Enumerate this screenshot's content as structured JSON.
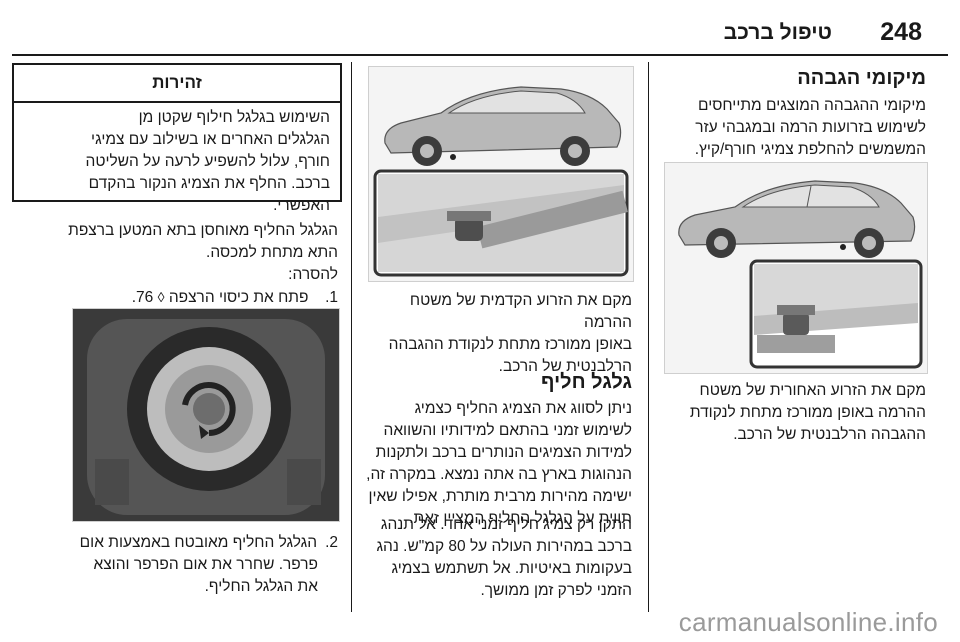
{
  "header": {
    "page_number": "248",
    "section_title": "טיפול ברכב"
  },
  "col_right": {
    "heading": "מיקומי הגבהה",
    "intro_lines": [
      "מיקומי ההגבהה המוצגים מתייחסים",
      "לשימוש בזרועות הרמה ובמגבהי עזר",
      "המשמשים להחלפת צמיגי חורף/קיץ."
    ],
    "caption_lines": [
      "מקם את הזרוע האחורית של משטח",
      "ההרמה באופן ממורכז מתחת לנקודת",
      "ההגבהה הרלבנטית של הרכב."
    ]
  },
  "col_middle": {
    "caption_lines": [
      "מקם את הזרוע הקדמית של משטח ההרמה",
      "באופן ממורכז מתחת לנקודת ההגבהה",
      "הרלבנטית של הרכב."
    ],
    "heading": "גלגל חליף",
    "para1_lines": [
      "ניתן לסווג את הצמיג החליף כצמיג",
      "לשימוש זמני בהתאם למידותיו והשוואה",
      "למידות הצמיגים הנותרים ברכב ולתקנות",
      "הנהוגות בארץ בה אתה נמצא. במקרה זה,",
      "ישימה מהירות מרבית מותרת, אפילו שאין",
      "תווית על הגלגל החליף המציין זאת."
    ],
    "para2_lines": [
      "התקן רק צמיג חליף זמני אחד. אל תנהג",
      "ברכב במהירות העולה על 80 קמ\"ש. נהג",
      "בעקומות באיטיות. אל תשתמש בצמיג",
      "הזמני לפרק זמן ממושך."
    ]
  },
  "col_left": {
    "notice_title": "זהירות",
    "notice_lines": [
      "השימוש בגלגל חילוף שקטן מן",
      "הגלגלים האחרים או בשילוב עם צמיגי",
      "חורף, עלול להשפיע לרעה על השליטה",
      "ברכב. החלף את הצמיג הנקור בהקדם",
      "האפשרי."
    ],
    "para1_lines": [
      "הגלגל החליף מאוחסן בתא המטען ברצפת",
      "התא מתחת למכסה."
    ],
    "removal_label": "להסרה:",
    "step1_num": "1.",
    "step1_text": "פתח את כיסוי הרצפה",
    "step1_ref": "76",
    "step2_num": "2.",
    "step2_lines": [
      "הגלגל החליף מאובטח באמצעות אום",
      "פרפר. שחרר את אום הפרפר והוצא",
      "את הגלגל החליף."
    ]
  },
  "watermark": "carmanualsonline.info",
  "icons": {
    "figure_ref": "page-reference-icon"
  }
}
